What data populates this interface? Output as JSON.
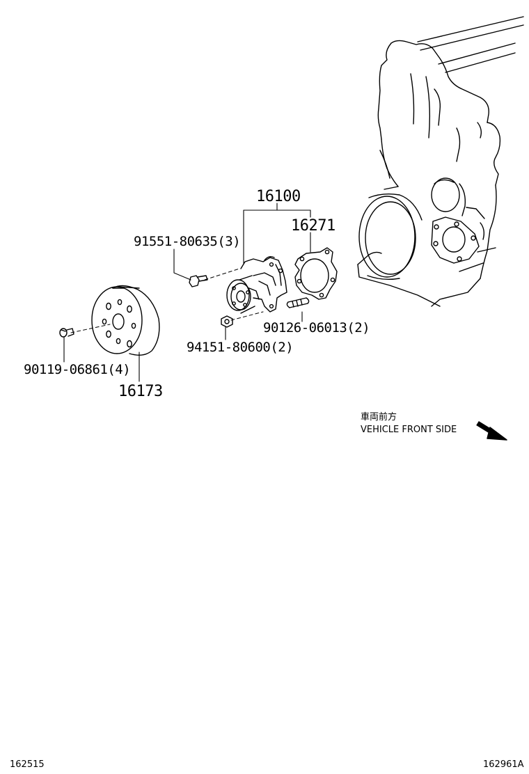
{
  "callouts": {
    "assembly": "16100",
    "gasket": "16271",
    "bolt_pump": "91551-80635(3)",
    "stud": "90126-06013(2)",
    "nut": "94151-80600(2)",
    "bolt_pulley": "90119-06861(4)",
    "pulley": "16173"
  },
  "direction": {
    "jp_label": "車両前方",
    "en_label": "VEHICLE FRONT SIDE",
    "icon": "arrow-down-right-icon"
  },
  "footer": {
    "left_code": "162515",
    "right_code": "162961A"
  },
  "colors": {
    "line": "#000000",
    "background": "#ffffff"
  }
}
